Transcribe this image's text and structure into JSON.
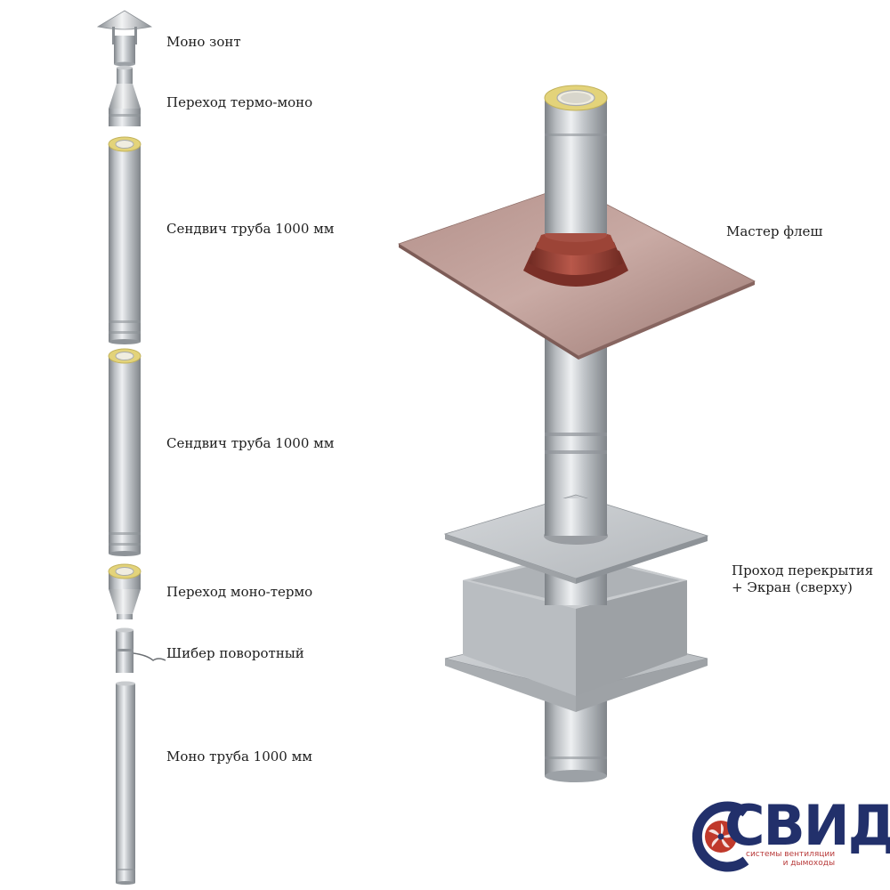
{
  "parts": [
    {
      "id": "umbrella",
      "label": "Моно зонт"
    },
    {
      "id": "adapter_tm",
      "label": "Переход термо-моно"
    },
    {
      "id": "sandwich1",
      "label": "Сендвич труба 1000 мм"
    },
    {
      "id": "sandwich2",
      "label": "Сендвич труба 1000 мм"
    },
    {
      "id": "adapter_mt",
      "label": "Переход моно-термо"
    },
    {
      "id": "damper",
      "label": "Шибер поворотный"
    },
    {
      "id": "mono_pipe",
      "label": "Моно труба 1000 мм"
    }
  ],
  "assembly": {
    "flashing_label": "Мастер флеш",
    "ceiling_label_line1": "Проход перекрытия",
    "ceiling_label_line2": "+ Экран (сверху)"
  },
  "logo": {
    "word": "СВИД",
    "tagline_line1": "системы вентиляции",
    "tagline_line2": "и дымоходы"
  },
  "colors": {
    "steel_light": "#e4e6e8",
    "steel_dark": "#8c9196",
    "insulation": "#e3d37a",
    "flashing_sheet": "#a8837c",
    "flashing_collar": "#8a3a30",
    "logo_blue": "#22306b",
    "logo_red": "#c0392b"
  }
}
